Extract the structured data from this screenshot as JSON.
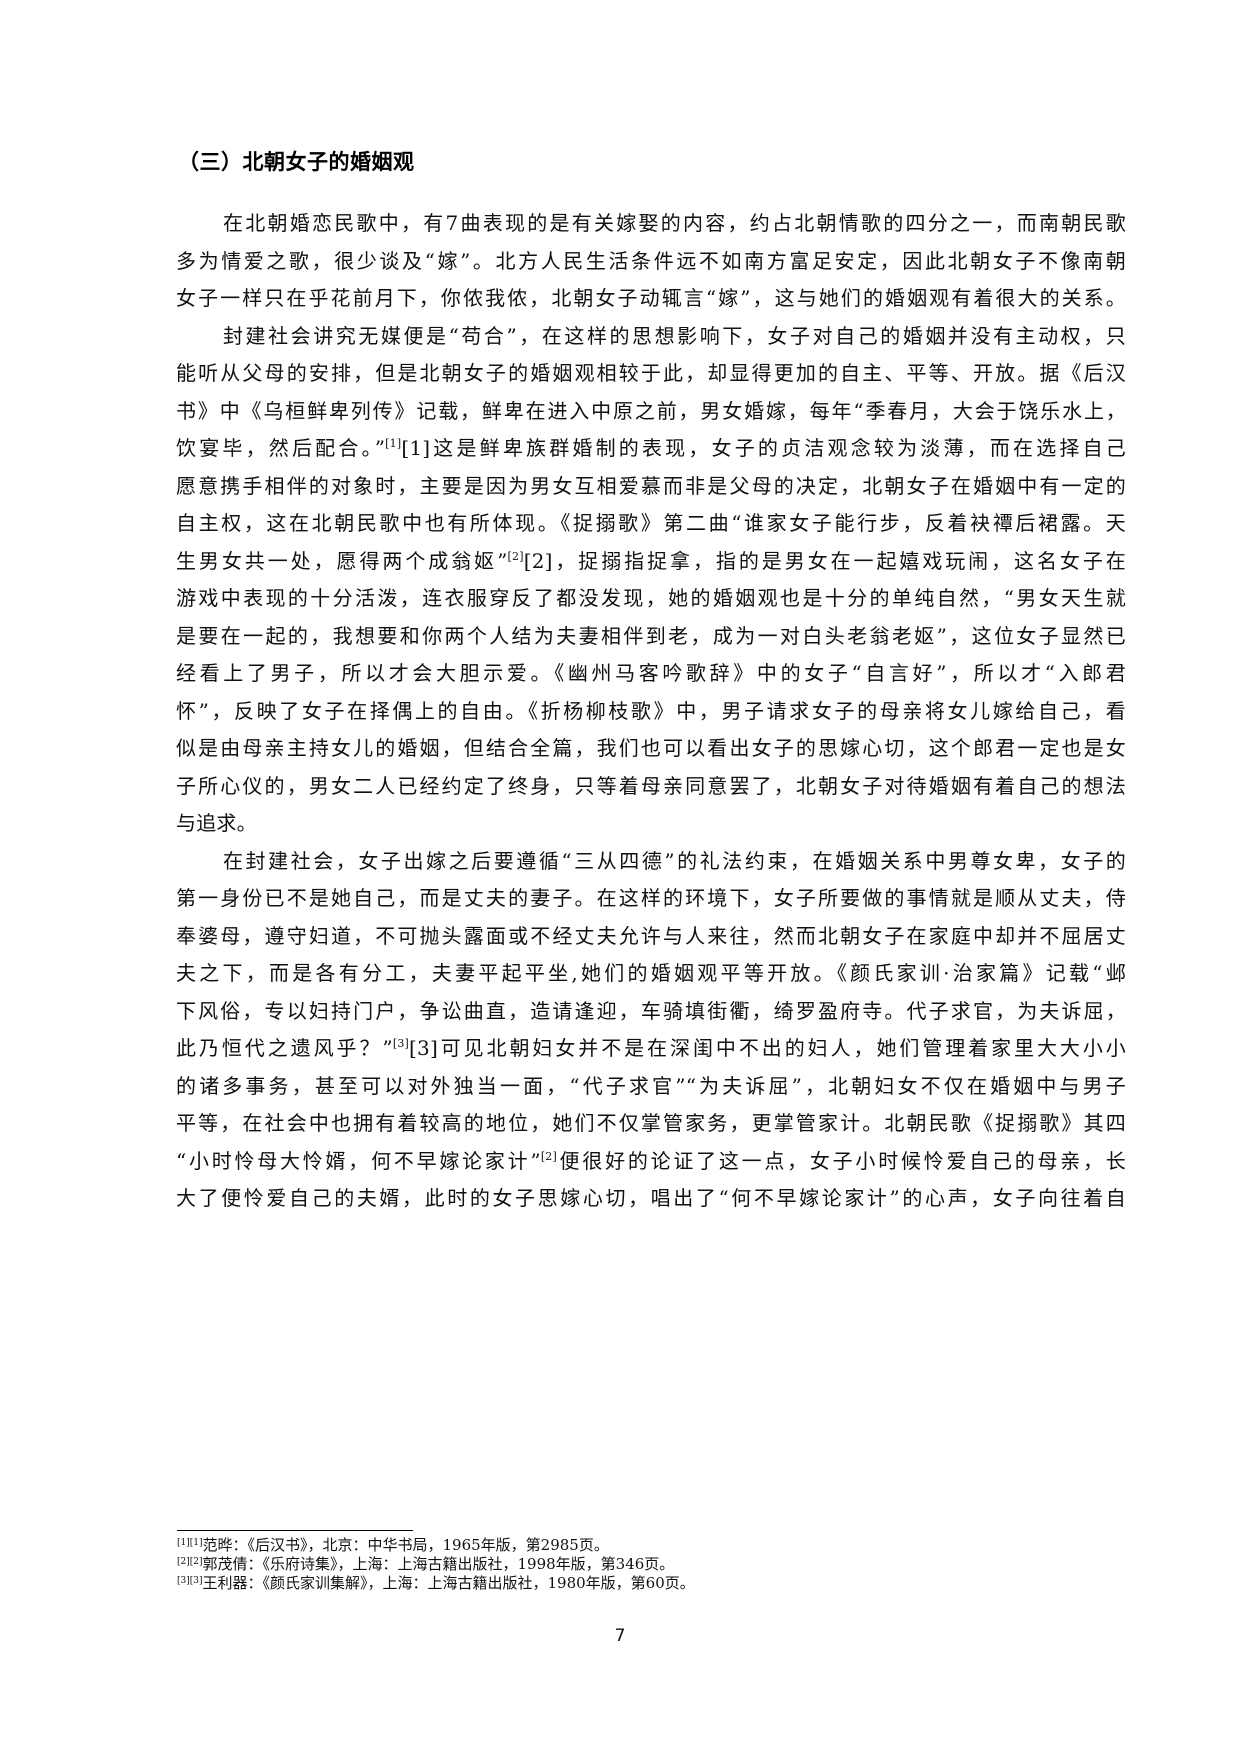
{
  "document": {
    "section_heading": "（三）北朝女子的婚姻观",
    "paragraphs": [
      {
        "lines": [
          "在北朝婚恋民歌中，有7曲表现的是有关嫁娶的内容，约占北朝情歌的四分之一，而南朝民歌",
          "多为情爱之歌，很少谈及“嫁”。北方人民生活条件远不如南方富足安定，因此北朝女子不像南朝",
          "女子一样只在乎花前月下，你侬我侬，北朝女子动辄言“嫁”，这与她们的婚姻观有着很大的关系。"
        ]
      },
      {
        "lines": [
          "封建社会讲究无媒便是“苟合”，在这样的思想影响下，女子对自己的婚姻并没有主动权，只",
          "能听从父母的安排，但是北朝女子的婚姻观相较于此，却显得更加的自主、平等、开放。据《后汉",
          "书》中《乌桓鲜卑列传》记载，鲜卑在进入中原之前，男女婚嫁，每年“季春月，大会于饶乐水上，",
          {
            "before": "饮宴毕，然后配合。”",
            "sup": "[1]",
            "after": "[1]这是鲜卑族群婚制的表现，女子的贞洁观念较为淡薄，而在选择自己"
          },
          "愿意携手相伴的对象时，主要是因为男女互相爱慕而非是父母的决定，北朝女子在婚姻中有一定的",
          "自主权，这在北朝民歌中也有所体现。《捉搦歌》第二曲“谁家女子能行步，反着袂禫后裙露。天",
          {
            "before": "生男女共一处，愿得两个成翁妪”",
            "sup": "[2]",
            "after": "[2]，捉搦指捉拿，指的是男女在一起嬉戏玩闹，这名女子在"
          },
          "游戏中表现的十分活泼，连衣服穿反了都没发现，她的婚姻观也是十分的单纯自然，“男女天生就",
          "是要在一起的，我想要和你两个人结为夫妻相伴到老，成为一对白头老翁老妪”，这位女子显然已",
          "经看上了男子，所以才会大胆示爱。《幽州马客吟歌辞》中的女子“自言好”，所以才“入郎君",
          "怀”，反映了女子在择偶上的自由。《折杨柳枝歌》中，男子请求女子的母亲将女儿嫁给自己，看",
          "似是由母亲主持女儿的婚姻，但结合全篇，我们也可以看出女子的思嫁心切，这个郎君一定也是女",
          "子所心仪的，男女二人已经约定了终身，只等着母亲同意罢了，北朝女子对待婚姻有着自己的想法",
          "与追求。"
        ]
      },
      {
        "lines": [
          "在封建社会，女子出嫁之后要遵循“三从四德”的礼法约束，在婚姻关系中男尊女卑，女子的",
          "第一身份已不是她自己，而是丈夫的妻子。在这样的环境下，女子所要做的事情就是顺从丈夫，侍",
          "奉婆母，遵守妇道，不可抛头露面或不经丈夫允许与人来往，然而北朝女子在家庭中却并不屈居丈",
          "夫之下，而是各有分工，夫妻平起平坐,她们的婚姻观平等开放。《颜氏家训·治家篇》记载“邺",
          "下风俗，专以妇持门户，争讼曲直，造请逢迎，车骑填街衢，绮罗盈府寺。代子求官，为夫诉屈，",
          {
            "before": "此乃恒代之遗风乎？”",
            "sup": "[3]",
            "after": "[3]可见北朝妇女并不是在深闺中不出的妇人，她们管理着家里大大小小"
          },
          "的诸多事务，甚至可以对外独当一面，“代子求官”“为夫诉屈”，北朝妇女不仅在婚姻中与男子",
          "平等，在社会中也拥有着较高的地位，她们不仅掌管家务，更掌管家计。北朝民歌《捉搦歌》其四",
          {
            "before": "“小时怜母大怜婿，何不早嫁论家计”",
            "sup": "[2]",
            "after": "便很好的论证了这一点，女子小时候怜爱自己的母亲，长"
          },
          "大了便怜爱自己的夫婿，此时的女子思嫁心切，唱出了“何不早嫁论家计”的心声，女子向往着自"
        ]
      }
    ],
    "footnotes": [
      {
        "mark": "[1][1]",
        "text": "范晔：《后汉书》，北京：中华书局，1965年版，第2985页。"
      },
      {
        "mark": "[2][2]",
        "text": "郭茂倩：《乐府诗集》，上海：上海古籍出版社，1998年版，第346页。"
      },
      {
        "mark": "[3][3]",
        "text": "王利器：《颜氏家训集解》，上海：上海古籍出版社，1980年版，第60页。"
      }
    ],
    "page_number": "7"
  }
}
